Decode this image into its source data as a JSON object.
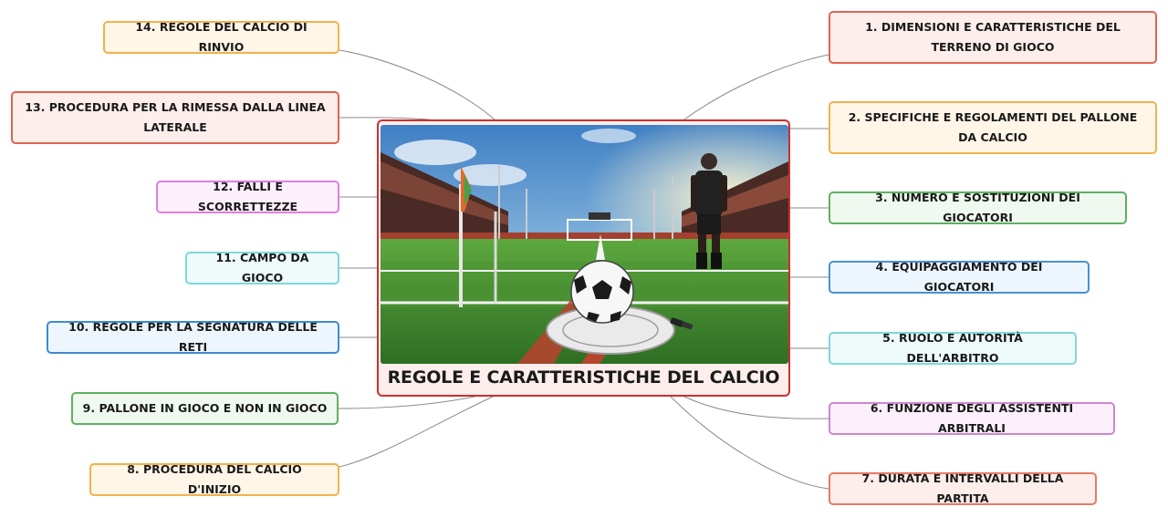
{
  "central": {
    "title": "REGOLE E CARATTERISTICHE DEL CALCIO",
    "image": "football-pitch-illustration"
  },
  "topics": [
    {
      "label": "1. DIMENSIONI E CARATTERISTICHE DEL TERRENO DI GIOCO",
      "border": "#e06352",
      "fill": "#fdeeec"
    },
    {
      "label": "2. SPECIFICHE E REGOLAMENTI DEL PALLONE DA CALCIO",
      "border": "#f2b14d",
      "fill": "#fff6e8"
    },
    {
      "label": "3. NUMERO E SOSTITUZIONI DEI GIOCATORI",
      "border": "#5fb063",
      "fill": "#f0f9ef"
    },
    {
      "label": "4. EQUIPAGGIAMENTO DEI GIOCATORI",
      "border": "#4a90d6",
      "fill": "#eef6fd"
    },
    {
      "label": "5. RUOLO E AUTORITÀ DELL'ARBITRO",
      "border": "#7ed8dc",
      "fill": "#effafb"
    },
    {
      "label": "6. FUNZIONE DEGLI ASSISTENTI ARBITRALI",
      "border": "#cf86cf",
      "fill": "#fbf0fb"
    },
    {
      "label": "7. DURATA E INTERVALLI DELLA PARTITA",
      "border": "#e77a64",
      "fill": "#fdeeec"
    },
    {
      "label": "8. PROCEDURA DEL CALCIO D'INIZIO",
      "border": "#f2b14d",
      "fill": "#fff6e8"
    },
    {
      "label": "9. PALLONE IN GIOCO E NON IN GIOCO",
      "border": "#5fb063",
      "fill": "#f0f9ef"
    },
    {
      "label": "10. REGOLE PER LA SEGNATURA DELLE RETI",
      "border": "#3d8bd1",
      "fill": "#eef6fd"
    },
    {
      "label": "11. CAMPO DA GIOCO",
      "border": "#7ed8dc",
      "fill": "#effafb"
    },
    {
      "label": "12. FALLI E SCORRETTEZZE",
      "border": "#e07ee0",
      "fill": "#fcf0fc"
    },
    {
      "label": "13. PROCEDURA PER LA RIMESSA DALLA LINEA LATERALE",
      "border": "#e06352",
      "fill": "#fdeeec"
    },
    {
      "label": "14. REGOLE DEL CALCIO DI RINVIO",
      "border": "#f2b14d",
      "fill": "#fff6e8"
    }
  ]
}
